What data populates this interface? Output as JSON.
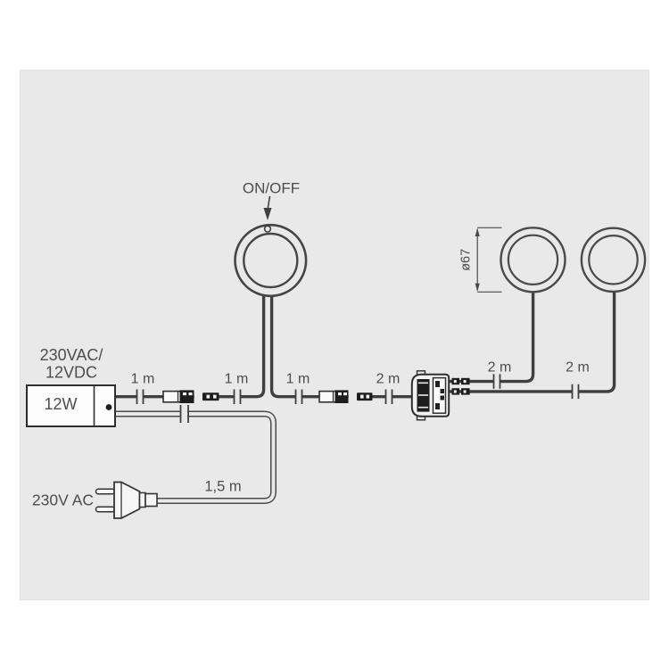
{
  "page": {
    "background": "#ffffff",
    "panel_background": "#e9e9e9"
  },
  "diagram": {
    "labels": {
      "on_off": "ON/OFF",
      "psu_voltage_line1": "230VAC/",
      "psu_voltage_line2": "12VDC",
      "psu_power": "12W",
      "plug": "230V AC",
      "mains_cable_length": "1,5 m",
      "puck_diameter": "ø67"
    },
    "cable_lengths": [
      "1 m",
      "1 m",
      "1 m",
      "2 m",
      "2 m",
      "2 m"
    ],
    "colors": {
      "wire": "#3f3f3f",
      "outline": "#2f2f2f",
      "connector_black": "#1d1d1d",
      "text": "#4d4d4d",
      "panel": "#e9e9e9"
    }
  }
}
